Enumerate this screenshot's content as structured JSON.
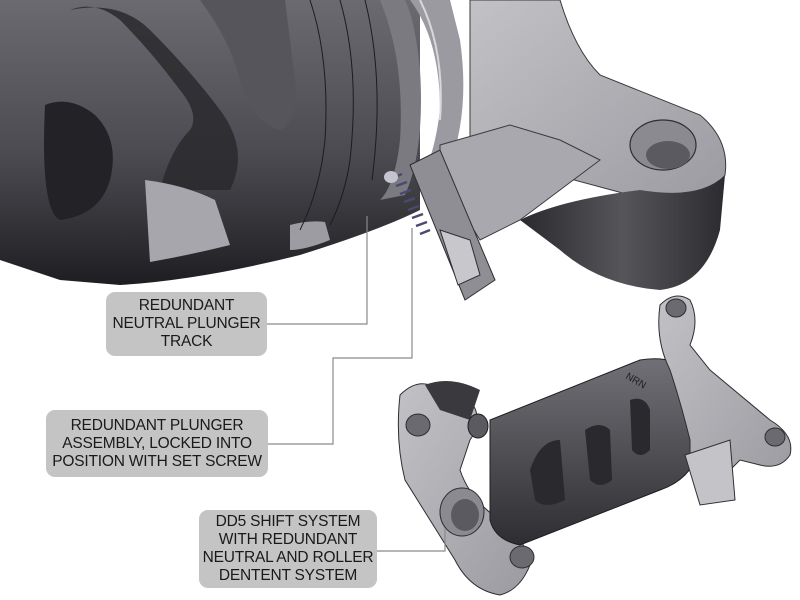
{
  "diagram": {
    "subject": "DD5 shift drum assembly (CAD render)",
    "colors": {
      "background": "#ffffff",
      "callout_fill": "#c4c4c4",
      "callout_text": "#1a1a1a",
      "leader_line": "#8a8a8a",
      "drum_dark": "#3a3a3e",
      "drum_mid": "#5a5a60",
      "bracket_light": "#b8b8bc"
    },
    "callouts": [
      {
        "id": "neutral-plunger-track",
        "lines": [
          "REDUNDANT",
          "NEUTRAL PLUNGER",
          "TRACK"
        ]
      },
      {
        "id": "plunger-assembly",
        "lines": [
          "REDUNDANT PLUNGER",
          "ASSEMBLY, LOCKED INTO",
          "POSITION WITH SET SCREW"
        ]
      },
      {
        "id": "dd5-shift-system",
        "lines": [
          "DD5 SHIFT SYSTEM",
          "WITH REDUNDANT",
          "NEUTRAL AND ROLLER",
          "DENTENT SYSTEM"
        ]
      }
    ],
    "part_marking": "NRN"
  }
}
